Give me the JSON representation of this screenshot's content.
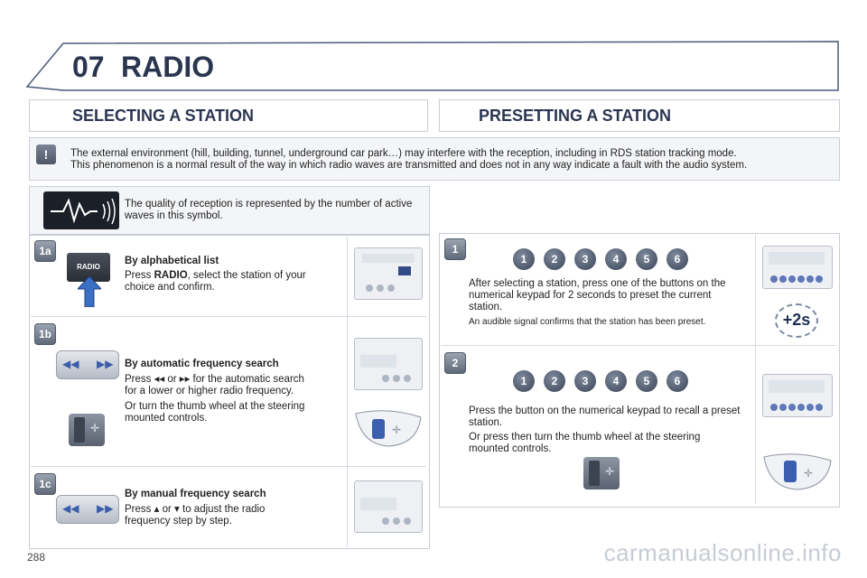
{
  "header": {
    "chapter": "07",
    "title": "RADIO"
  },
  "sections": {
    "left_title": "SELECTING A STATION",
    "right_title": "PRESETTING A STATION"
  },
  "warning": {
    "icon": "exclamation-icon",
    "line1": "The external environment (hill, building, tunnel, underground car park…) may interfere with the reception, including in RDS station tracking mode.",
    "line2": "This phenomenon is a normal result of the way in which radio waves are transmitted and does not in any way indicate a fault with the audio system."
  },
  "reception": {
    "text": "The quality of reception is represented by the number of active waves in this symbol."
  },
  "steps_left": [
    {
      "badge": "1a",
      "heading": "By alphabetical list",
      "line_prefix": "Press ",
      "line_bold": "RADIO",
      "line_suffix": ", select the station of your choice and confirm.",
      "button_label": "RADIO"
    },
    {
      "badge": "1b",
      "heading": "By automatic frequency search",
      "line1_prefix": "Press",
      "line1_or": "or",
      "line1_suffix": "for the automatic search",
      "line1_cont": "for a lower or higher radio frequency.",
      "line2": "Or turn the thumb wheel at the steering mounted controls."
    },
    {
      "badge": "1c",
      "heading": "By manual frequency search",
      "line_prefix": "Press",
      "line_or": "or",
      "line_suffix": "to adjust the radio",
      "line_cont": "frequency step by step."
    }
  ],
  "steps_right": [
    {
      "badge": "1",
      "buttons": [
        "1",
        "2",
        "3",
        "4",
        "5",
        "6"
      ],
      "text": "After selecting a station, press one of the buttons on the numerical keypad for 2 seconds to preset the current station.",
      "note": "An audible signal confirms that the station has been preset.",
      "timer_label": "+2s"
    },
    {
      "badge": "2",
      "buttons": [
        "1",
        "2",
        "3",
        "4",
        "5",
        "6"
      ],
      "text": "Press the button on the numerical keypad to recall a preset station.",
      "text2": "Or press then turn the thumb wheel at the steering mounted controls."
    }
  ],
  "footer": {
    "page_number": "288",
    "watermark": "carmanualsonline.info"
  }
}
